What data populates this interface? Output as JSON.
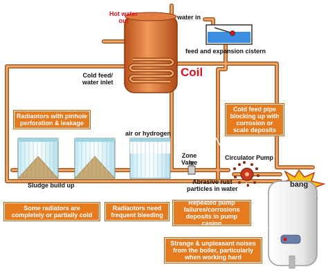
{
  "labels": {
    "hot_water_out": "Hot water\nout",
    "water_in": "water in",
    "cistern": "feed and expansion cistern",
    "cold_feed_inlet": "Cold feed/\nwater inlet",
    "coil": "Coil",
    "air_or_hydrogen": "air or hydrogen",
    "zone_valve": "Zone\nValve",
    "circulator_pump": "Circulator Pump",
    "abrasive_rust": "Abrasive rust\nparticles in water",
    "sludge": "Sludge build up",
    "bang": "bang"
  },
  "callouts": {
    "pinhole": "Radiaotors with pinhole\nperforation & leakage",
    "cold_feed_pipe": "Cold feed pipe\nblocking up with\ncorrosion or\nscale deposits",
    "cold_radiators": "Some radiators are\ncompletely or partially cold",
    "bleeding": "Radiaotors need\nfrequent bleeding",
    "pump_failures": "Repeated pump\nfailures/corrosions\ndeposits in pump casing",
    "noises": "Strange & unpleasant noises\nfrom the boiler, particularly\nwhen working hard"
  },
  "colors": {
    "pipe": "#d98a3a",
    "callout": "#e67a1e",
    "cylinder": "#d9692a",
    "cistern_water": "#3c8fe0",
    "label_red": "#d8121b",
    "burst": "#f0c419"
  }
}
